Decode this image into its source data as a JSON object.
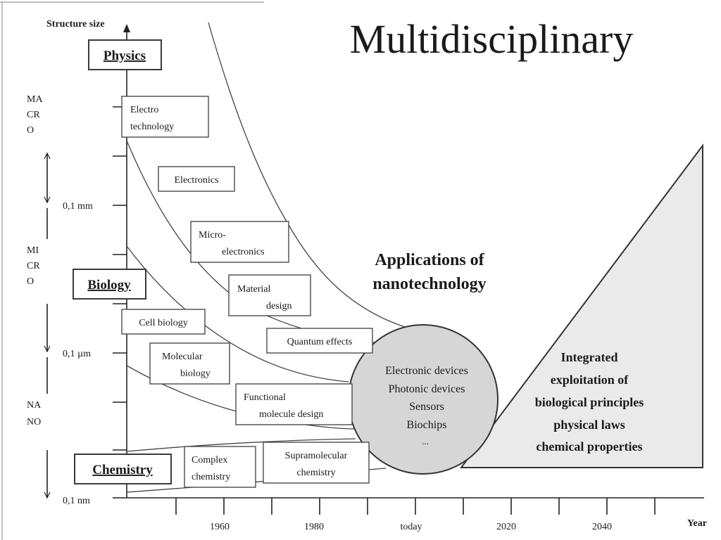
{
  "title": "Multidisciplinary",
  "y_axis_label": "Structure size",
  "x_axis_label": "Year",
  "size_ticks": [
    "0,1 mm",
    "0,1 µm",
    "0,1 nm"
  ],
  "year_ticks": [
    "1960",
    "1980",
    "today",
    "2020",
    "2040"
  ],
  "scale_bands": {
    "macro": [
      "MA",
      "CR",
      "O"
    ],
    "micro": [
      "MI",
      "CR",
      "O"
    ],
    "nano": [
      "NA",
      "NO"
    ]
  },
  "disciplines": {
    "physics": "Physics",
    "biology": "Biology",
    "chemistry": "Chemistry"
  },
  "fields": {
    "electro_technology": [
      "Electro",
      "technology"
    ],
    "electronics": "Electronics",
    "micro_electronics": [
      "Micro-",
      "electronics"
    ],
    "material_design": [
      "Material",
      "design"
    ],
    "quantum_effects": "Quantum effects",
    "cell_biology": "Cell biology",
    "molecular_biology": [
      "Molecular",
      "biology"
    ],
    "functional_molecule_design": [
      "Functional",
      "molecule design"
    ],
    "complex_chemistry": [
      "Complex",
      "chemistry"
    ],
    "supramolecular_chemistry": [
      "Supramolecular",
      "chemistry"
    ]
  },
  "applications_heading": [
    "Applications of",
    "nanotechnology"
  ],
  "applications": [
    "Electronic devices",
    "Photonic devices",
    "Sensors",
    "Biochips",
    "..."
  ],
  "integrated": [
    "Integrated",
    "exploitation of",
    "biological principles",
    "physical laws",
    "chemical properties"
  ]
}
